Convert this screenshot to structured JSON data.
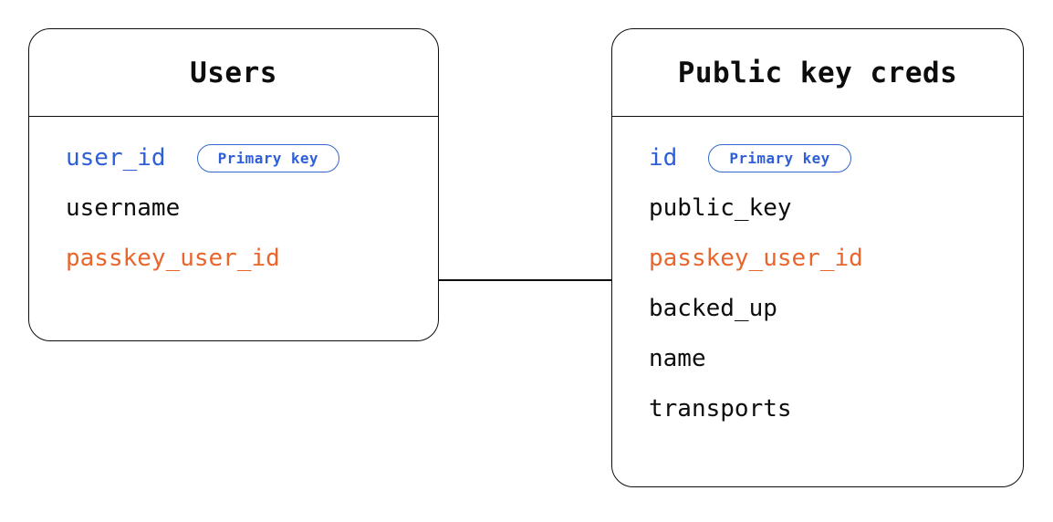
{
  "diagram": {
    "type": "entity-relationship-diagram",
    "background_color": "#ffffff",
    "entities": [
      {
        "id": "users",
        "title": "Users",
        "fields": [
          {
            "name": "user_id",
            "role": "primary-key",
            "color": "#2f5fd8",
            "badge": "Primary key"
          },
          {
            "name": "username",
            "role": "plain",
            "color": "#0d0d0d",
            "badge": null
          },
          {
            "name": "passkey_user_id",
            "role": "foreign-key",
            "color": "#e8662c",
            "badge": null
          }
        ]
      },
      {
        "id": "public-key-creds",
        "title": "Public key creds",
        "fields": [
          {
            "name": "id",
            "role": "primary-key",
            "color": "#2f5fd8",
            "badge": "Primary key"
          },
          {
            "name": "public_key",
            "role": "plain",
            "color": "#0d0d0d",
            "badge": null
          },
          {
            "name": "passkey_user_id",
            "role": "foreign-key",
            "color": "#e8662c",
            "badge": null
          },
          {
            "name": "backed_up",
            "role": "plain",
            "color": "#0d0d0d",
            "badge": null
          },
          {
            "name": "name",
            "role": "plain",
            "color": "#0d0d0d",
            "badge": null
          },
          {
            "name": "transports",
            "role": "plain",
            "color": "#0d0d0d",
            "badge": null
          }
        ]
      }
    ],
    "relationships": [
      {
        "id": "users-to-public-key-creds",
        "from_entity": "users",
        "from_field": "passkey_user_id",
        "to_entity": "public-key-creds",
        "to_field": "passkey_user_id",
        "style": "straight-line",
        "color": "#0d0d0d"
      }
    ],
    "colors": {
      "border": "#0d0d0d",
      "text": "#0d0d0d",
      "primary_key": "#2f5fd8",
      "badge_border": "#3366cc",
      "foreign_key": "#e8662c"
    }
  }
}
